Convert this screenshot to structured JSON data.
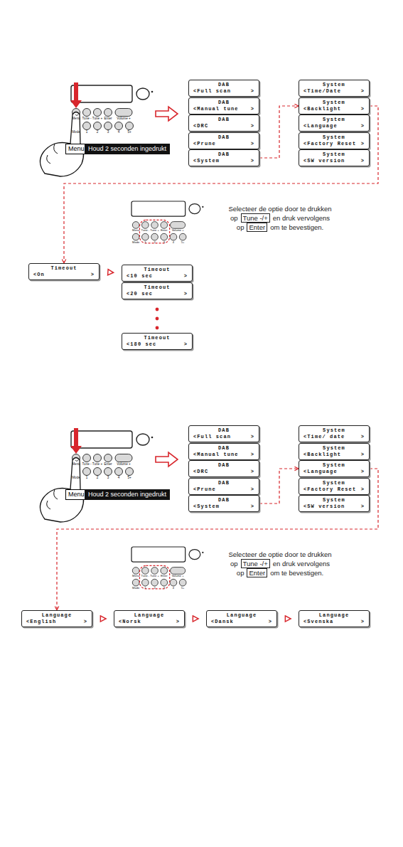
{
  "diagram": {
    "nodes": [
      {
        "text": [
          "DAB",
          "<Full scan",
          ">"
        ]
      },
      {
        "text": [
          "DAB",
          "<Manual tune",
          ">"
        ]
      },
      {
        "text": [
          "DAB",
          "<DRC",
          ">"
        ]
      },
      {
        "text": [
          "DAB",
          "<Prune",
          ">"
        ]
      },
      {
        "text": [
          "DAB",
          "<System",
          ">"
        ]
      },
      {
        "text": [
          "System",
          "<Time/Date",
          ">"
        ]
      },
      {
        "text": [
          "System",
          "<Backlight",
          ">"
        ]
      },
      {
        "text": [
          "System",
          "<Language",
          ">"
        ]
      },
      {
        "text": [
          "System",
          "<Factory Reset",
          ">"
        ]
      },
      {
        "text": [
          "System",
          "<SW version",
          ">"
        ]
      },
      {
        "text": [
          "Timeout",
          "<On",
          ">"
        ]
      },
      {
        "text": [
          "Timeout",
          "<10 sec",
          ">"
        ]
      },
      {
        "text": [
          "Timeout",
          "<20 sec",
          ">"
        ]
      },
      {
        "text": [
          "Timeout",
          "<180 sec",
          ">"
        ]
      },
      {
        "text": [
          "DAB",
          "<Full scan",
          ">"
        ]
      },
      {
        "text": [
          "DAB",
          "<Manual tune",
          ">"
        ]
      },
      {
        "text": [
          "DAB",
          "<DRC",
          ">"
        ]
      },
      {
        "text": [
          "DAB",
          "<Prune",
          ">"
        ]
      },
      {
        "text": [
          "DAB",
          "<System",
          ">"
        ]
      },
      {
        "text": [
          "System",
          "<Time/ date",
          ">"
        ]
      },
      {
        "text": [
          "System",
          "<Backlight",
          ">"
        ]
      },
      {
        "text": [
          "System",
          "<Language",
          ">"
        ]
      },
      {
        "text": [
          "System",
          "<Factory Reset",
          ">"
        ]
      },
      {
        "text": [
          "System",
          "<SW version",
          ">"
        ]
      },
      {
        "text": [
          "Language",
          "<English",
          ">"
        ]
      },
      {
        "text": [
          "Language",
          "<Norsk",
          ">"
        ]
      },
      {
        "text": [
          "Language",
          "<Dansk",
          ">"
        ]
      },
      {
        "text": [
          "Language",
          "<Svenska",
          ">"
        ]
      }
    ],
    "edges": [
      {
        "from": 4,
        "to": 6,
        "arrow": "to"
      },
      {
        "from": 6,
        "to": 10,
        "arrow": "to"
      },
      {
        "from": 10,
        "to": 11,
        "arrow": "to"
      },
      {
        "from": 18,
        "to": 21,
        "arrow": "to"
      },
      {
        "from": 21,
        "to": 24,
        "arrow": "to"
      },
      {
        "from": 24,
        "to": 25,
        "arrow": "to"
      },
      {
        "from": 25,
        "to": 26,
        "arrow": "to"
      },
      {
        "from": 26,
        "to": 27,
        "arrow": "to"
      }
    ],
    "labels": [
      "Menu",
      "Tune -",
      "Tune +",
      "Enter",
      "Volume +",
      "Mode",
      "1",
      "2",
      "3",
      "4",
      "5+",
      "Menu",
      "Houd 2 seconden ingedrukt",
      "Menu",
      "Tune -",
      "Tune +",
      "Enter",
      "Volume +",
      "Mode",
      "1",
      "2",
      "3",
      "4",
      "5+",
      "Selecteer de optie door te drukken",
      "op",
      "Tune -/+",
      "en druk vervolgens",
      "op",
      "Enter",
      "om te bevestigen.",
      "Menu",
      "Tune -",
      "Tune +",
      "Enter",
      "Volume +",
      "Mode",
      "1",
      "2",
      "3",
      "4",
      "5+",
      "Menu",
      "Houd 2 seconden ingedrukt",
      "Menu",
      "Tune -",
      "Tune +",
      "Enter",
      "Volume +",
      "Mode",
      "1",
      "2",
      "3",
      "4",
      "5+",
      "Selecteer de optie door te drukken",
      "op",
      "Tune -/+",
      "en druk vervolgens",
      "op",
      "Enter",
      "om te bevestigen."
    ]
  }
}
